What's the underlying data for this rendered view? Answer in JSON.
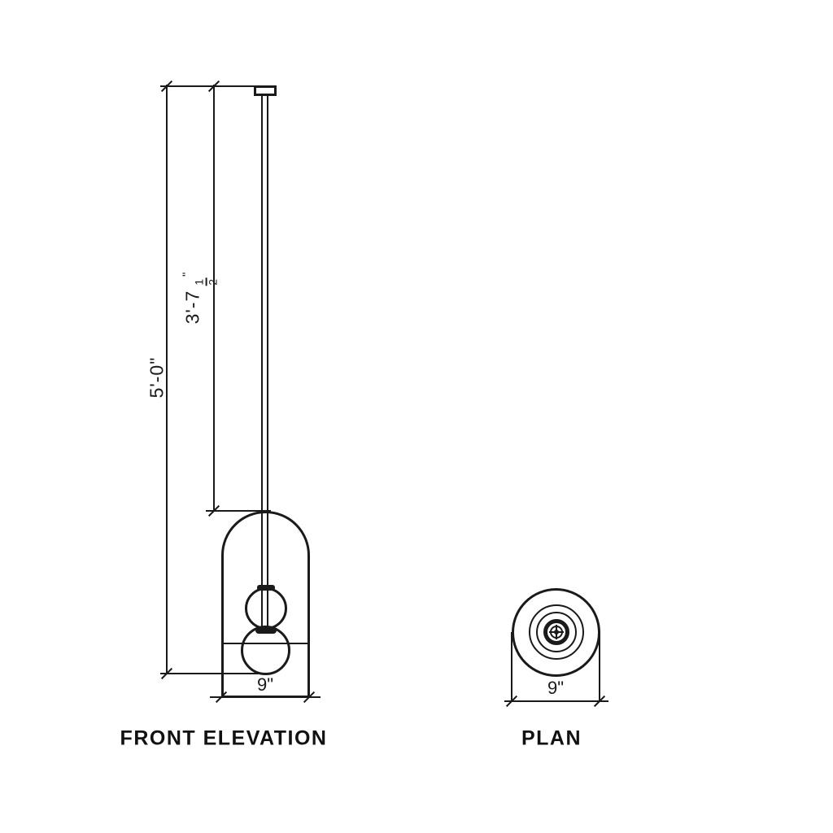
{
  "colors": {
    "background": "#ffffff",
    "ink": "#1a1a1a"
  },
  "front_elevation": {
    "caption": "FRONT ELEVATION",
    "overall_height_label": "5'-0\"",
    "drop_height_whole": "3'-7",
    "drop_height_numerator": "1",
    "drop_height_denominator": "2",
    "drop_height_unit": "\"",
    "shade_width_label": "9\""
  },
  "plan": {
    "caption": "PLAN",
    "diameter_label": "9\""
  }
}
